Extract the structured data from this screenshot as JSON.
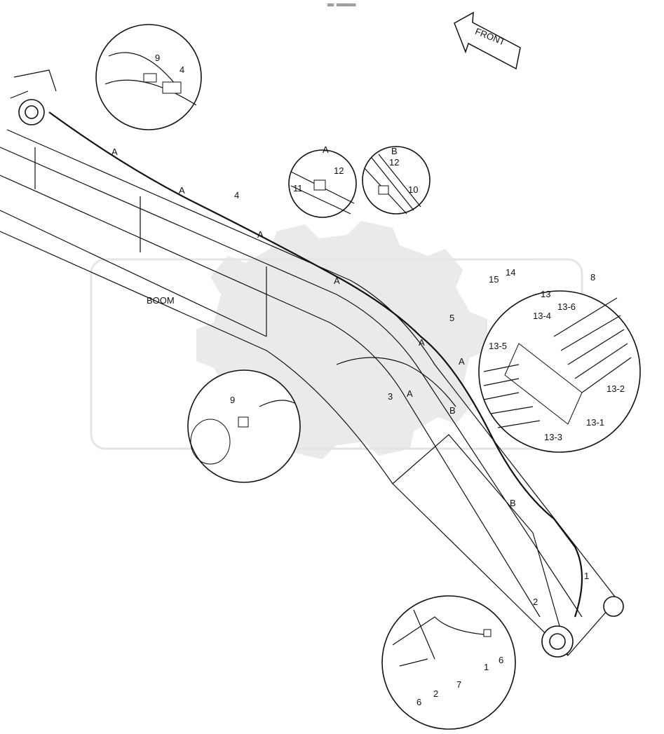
{
  "diagram": {
    "front_label": "FRONT",
    "boom_label": "BOOM",
    "top_mark": "═ ═══",
    "callouts": {
      "c1": "1",
      "c2": "2",
      "c3": "3",
      "c4": "4",
      "c5": "5",
      "c6": "6",
      "c7": "7",
      "c8": "8",
      "c9": "9",
      "c10": "10",
      "c11": "11",
      "c12": "12",
      "c13": "13",
      "c13_1": "13-1",
      "c13_2": "13-2",
      "c13_3": "13-3",
      "c13_4": "13-4",
      "c13_5": "13-5",
      "c13_6": "13-6",
      "c14": "14",
      "c15": "15",
      "a": "A",
      "b": "B"
    }
  }
}
